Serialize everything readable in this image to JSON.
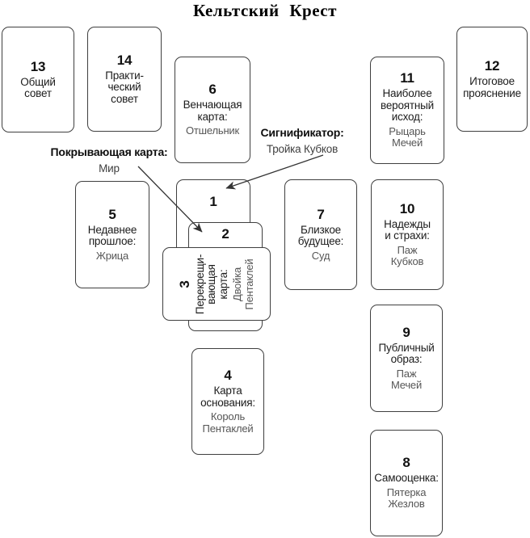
{
  "title": "Кельтский Крест",
  "colors": {
    "card_border": "#3f3f3f",
    "number_text": "#111111",
    "label_text": "#1c1c1c",
    "card_name_text": "#565656",
    "arrow": "#333333"
  },
  "annotations": {
    "covering": {
      "heading": "Покрывающая карта:",
      "card_name": "Мир"
    },
    "significator": {
      "heading": "Сигнификатор:",
      "card_name": "Тройка Кубков"
    }
  },
  "cards": {
    "c1": {
      "number": "1",
      "label": "",
      "name": ""
    },
    "c2": {
      "number": "2",
      "label": "",
      "name": ""
    },
    "c3": {
      "number": "3",
      "label": "Перекрещи-\nвающая\nкарта:",
      "name": "Двойка\nПентаклей"
    },
    "c4": {
      "number": "4",
      "label": "Карта\nоснования:",
      "name": "Король\nПентаклей"
    },
    "c5": {
      "number": "5",
      "label": "Недавнее\nпрошлое:",
      "name": "Жрица"
    },
    "c6": {
      "number": "6",
      "label": "Венчающая\nкарта:",
      "name": "Отшельник"
    },
    "c7": {
      "number": "7",
      "label": "Близкое\nбудущее:",
      "name": "Суд"
    },
    "c8": {
      "number": "8",
      "label": "Самооценка:",
      "name": "Пятерка\nЖезлов"
    },
    "c9": {
      "number": "9",
      "label": "Публичный\nобраз:",
      "name": "Паж\nМечей"
    },
    "c10": {
      "number": "10",
      "label": "Надежды\nи страхи:",
      "name": "Паж\nКубков"
    },
    "c11": {
      "number": "11",
      "label": "Наиболее\nвероятный\nисход:",
      "name": "Рыцарь\nМечей"
    },
    "c12": {
      "number": "12",
      "label": "Итоговое\nпрояснение",
      "name": ""
    },
    "c13": {
      "number": "13",
      "label": "Общий\nсовет",
      "name": ""
    },
    "c14": {
      "number": "14",
      "label": "Практи-\nческий\nсовет",
      "name": ""
    }
  }
}
